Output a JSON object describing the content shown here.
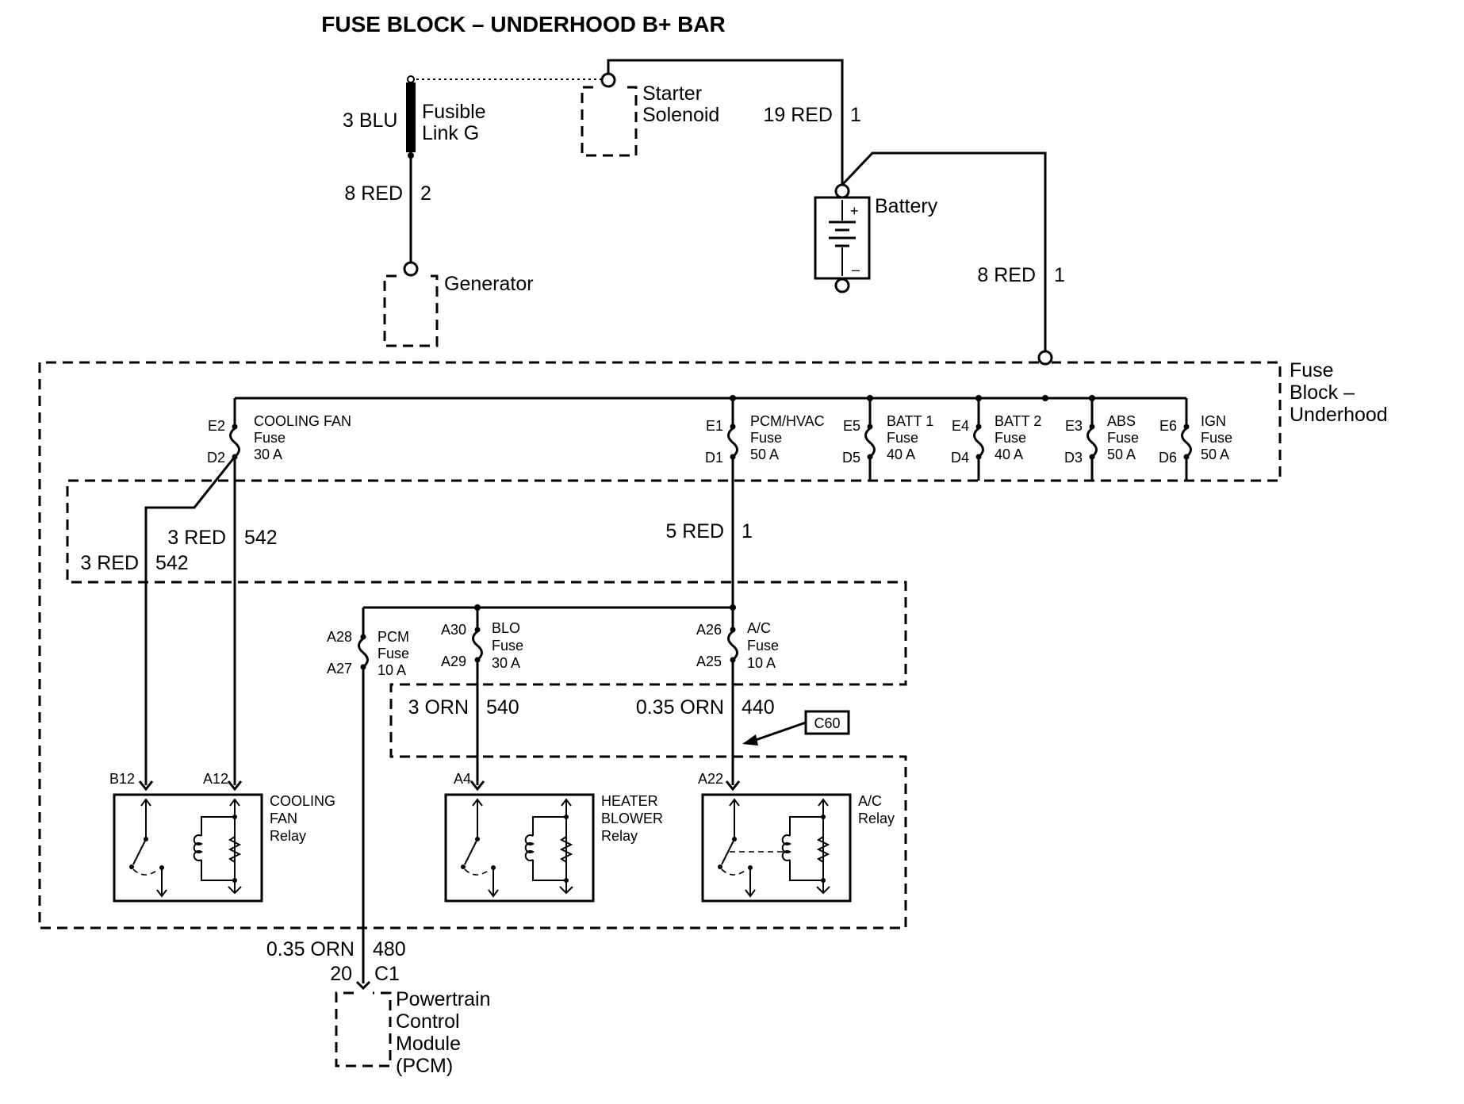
{
  "title": "FUSE BLOCK – UNDERHOOD B+ BAR",
  "fusible_link": {
    "gauge": "3 BLU",
    "line1": "Fusible",
    "line2": "Link G"
  },
  "starter": {
    "line1": "Starter",
    "line2": "Solenoid"
  },
  "wire_starter": {
    "name": "19 RED",
    "circuit": "1"
  },
  "battery": {
    "label": "Battery",
    "plus": "+",
    "minus": "–"
  },
  "wire_generator": {
    "name": "8 RED",
    "circuit": "2"
  },
  "generator": {
    "label": "Generator"
  },
  "wire_battery_block": {
    "name": "8 RED",
    "circuit": "1"
  },
  "fuse_block": {
    "line1": "Fuse",
    "line2": "Block –",
    "line3": "Underhood"
  },
  "fuses_upper": [
    {
      "top_pin": "E2",
      "bottom_pin": "D2",
      "name": "COOLING FAN",
      "word": "Fuse",
      "rating": "30 A"
    },
    {
      "top_pin": "E1",
      "bottom_pin": "D1",
      "name": "PCM/HVAC",
      "word": "Fuse",
      "rating": "50 A"
    },
    {
      "top_pin": "E5",
      "bottom_pin": "D5",
      "name": "BATT 1",
      "word": "Fuse",
      "rating": "40 A"
    },
    {
      "top_pin": "E4",
      "bottom_pin": "D4",
      "name": "BATT 2",
      "word": "Fuse",
      "rating": "40 A"
    },
    {
      "top_pin": "E3",
      "bottom_pin": "D3",
      "name": "ABS",
      "word": "Fuse",
      "rating": "50 A"
    },
    {
      "top_pin": "E6",
      "bottom_pin": "D6",
      "name": "IGN",
      "word": "Fuse",
      "rating": "50 A"
    }
  ],
  "wires_542": [
    {
      "name": "3 RED",
      "circuit": "542"
    },
    {
      "name": "3 RED",
      "circuit": "542"
    }
  ],
  "wire_pcm_hvac": {
    "name": "5 RED",
    "circuit": "1"
  },
  "fuses_lower": [
    {
      "top_pin": "A28",
      "bottom_pin": "A27",
      "name": "PCM",
      "word": "Fuse",
      "rating": "10 A"
    },
    {
      "top_pin": "A30",
      "bottom_pin": "A29",
      "name": "BLO",
      "word": "Fuse",
      "rating": "30 A"
    },
    {
      "top_pin": "A26",
      "bottom_pin": "A25",
      "name": "A/C",
      "word": "Fuse",
      "rating": "10 A"
    }
  ],
  "wire_blower": {
    "name": "3 ORN",
    "circuit": "540"
  },
  "wire_ac": {
    "name": "0.35 ORN",
    "circuit": "440"
  },
  "connector": {
    "label": "C60"
  },
  "relays": [
    {
      "pin1": "B12",
      "pin2": "A12",
      "line1": "COOLING",
      "line2": "FAN",
      "line3": "Relay"
    },
    {
      "pin1": "A4",
      "line1": "HEATER",
      "line2": "BLOWER",
      "line3": "Relay"
    },
    {
      "pin1": "A22",
      "line1": "A/C",
      "line2": "Relay"
    }
  ],
  "wire_pcm": {
    "name": "0.35 ORN",
    "circuit": "480",
    "terminal": "20",
    "connector": "C1"
  },
  "pcm": {
    "line1": "Powertrain",
    "line2": "Control",
    "line3": "Module",
    "line4": "(PCM)"
  }
}
